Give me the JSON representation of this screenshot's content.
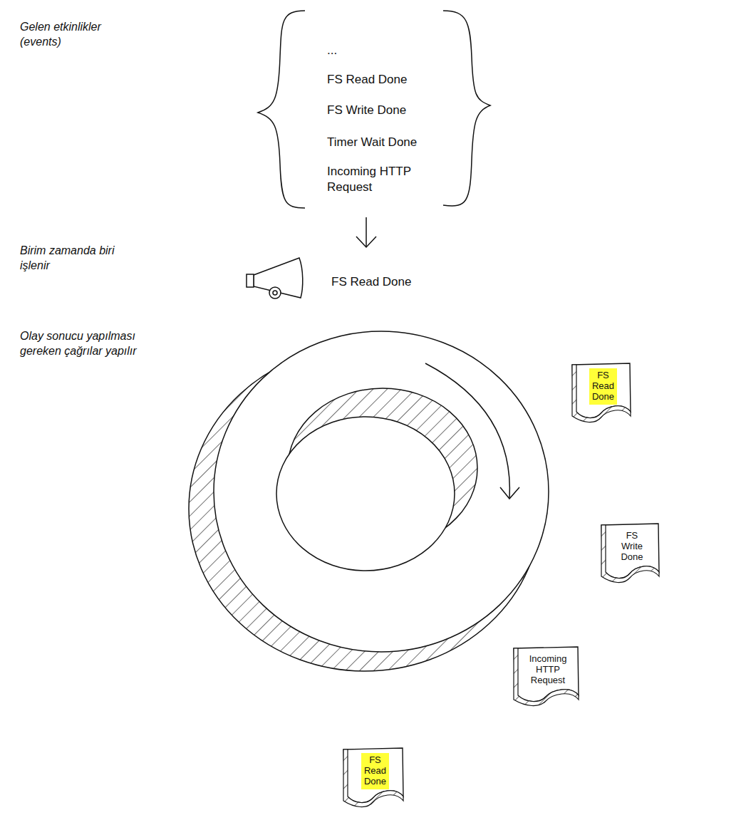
{
  "diagram": {
    "nodes": [
      {
        "text": [
          "FS Read Done"
        ]
      },
      {
        "text": [
          "FS Write Done"
        ]
      },
      {
        "text": [
          "Incoming HTTP Request"
        ]
      },
      {
        "text": [
          "FS Read Done"
        ]
      }
    ],
    "labels": [
      "Gelen etkinlikler (events)",
      "...",
      "FS Read Done",
      "FS Write Done",
      "Timer Wait Done",
      "Incoming HTTP Request",
      "Birim zamanda biri işlenir",
      "FS Read Done",
      "Olay sonucu yapılması gereken çağrılar yapılır"
    ]
  }
}
